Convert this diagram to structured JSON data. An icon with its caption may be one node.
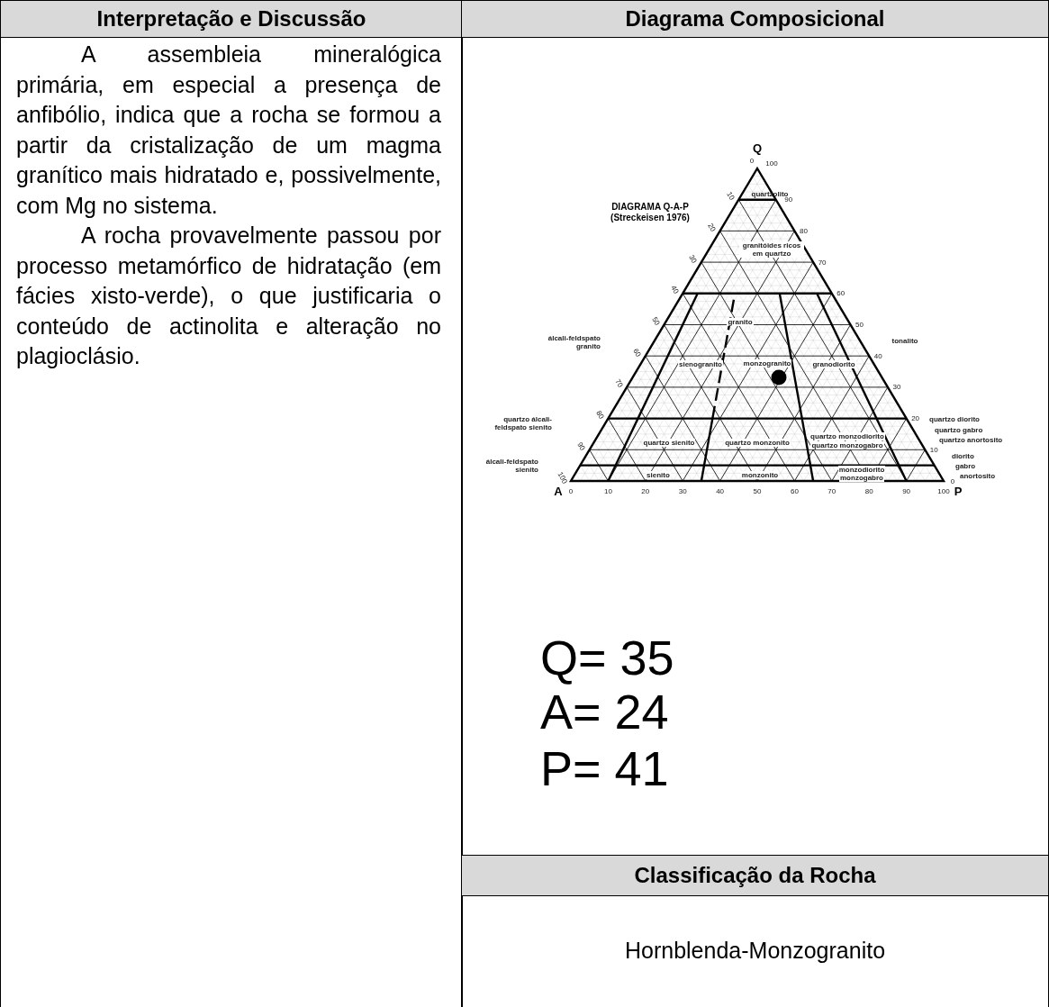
{
  "diagram": {
    "labels": [
      "Interpretação e Discussão",
      "Diagrama Composicional",
      "A assembleia mineralógica primária, em especial a presença de anfibólio, indica que a rocha se formou a partir da cristalização de um magma granítico mais hidratado e, possivelmente, com Mg no sistema.",
      "A rocha provavelmente passou por processo metamórfico de hidratação (em fácies xisto-verde), o que justificaria o conteúdo de actinolita e alteração no plagioclásio.",
      "Q",
      "0",
      "100",
      "DIAGRAMA Q-A-P",
      "(Streckeisen 1976)",
      "10",
      "20",
      "30",
      "40",
      "50",
      "60",
      "70",
      "80",
      "90",
      "100",
      "90",
      "80",
      "70",
      "60",
      "50",
      "40",
      "30",
      "20",
      "10",
      "0",
      "quartzolito",
      "granitóides ricos em quartzo",
      "granito",
      "tonalito",
      "álcali-feldspato granito",
      "sienogranito",
      "monzogranito",
      "granodiorito",
      "quartzo álcali-feldspato sienito",
      "quartzo diorito",
      "quartzo gabro",
      "quartzo anortosito",
      "quartzo sienito",
      "quartzo monzonito",
      "quartzo monzodiorito",
      "quartzo monzogabro",
      "álcali-feldspato sienito",
      "sienito",
      "monzonito",
      "monzodiorito",
      "monzogabro",
      "diorito",
      "gabro",
      "anortosito",
      "A",
      "0",
      "10",
      "20",
      "30",
      "40",
      "50",
      "60",
      "70",
      "80",
      "90",
      "100",
      "P",
      "Q= 35",
      "A= 24",
      "P= 41",
      "Classificação da Rocha",
      "Hornblenda-Monzogranito"
    ]
  }
}
